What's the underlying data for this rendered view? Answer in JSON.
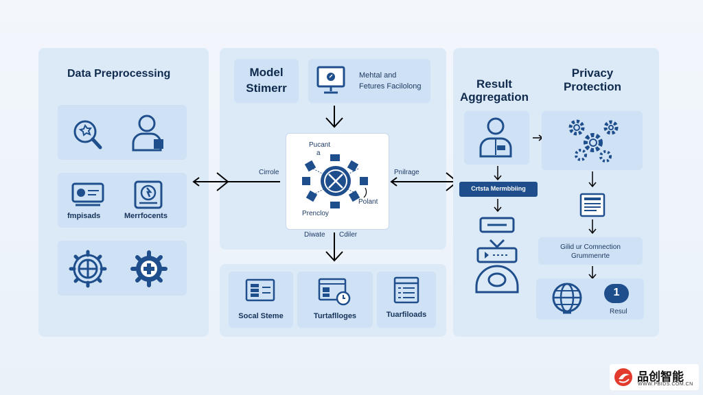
{
  "data_preprocessing": {
    "title": "Data Preprocessing",
    "label_left": "fmpisads",
    "label_right": "Merrfocents"
  },
  "model_training": {
    "title_line1": "Model",
    "title_line2": "Stimerr",
    "method_line1": "Mehtal and",
    "method_line2": "Fetures Facilolong",
    "hub_top_line1": "Pucant",
    "hub_top_line2": "a",
    "hub_right": "Polant",
    "hub_bottom": "Prencloy",
    "arrow_left_label": "Cirrole",
    "arrow_right_label": "Pnilrage",
    "below_left": "Diwate",
    "below_right": "Cdiler"
  },
  "tools": {
    "item1": "Socal Steme",
    "item2": "Turtaflloges",
    "item3": "Tuarfiloads"
  },
  "result_aggregation": {
    "title_line1": "Result",
    "title_line2": "Aggregation",
    "bar_label": "Crtsta Mermbbiing"
  },
  "privacy_protection": {
    "title_line1": "Privacy",
    "title_line2": "Protection",
    "conn_line1": "Gilid ur Comnection",
    "conn_line2": "Grummenrte",
    "badge_number": "1",
    "badge_label": "Resul"
  },
  "brand": {
    "name": "品创智能",
    "url": "WWW.PBIDS.COM.CN"
  },
  "colors": {
    "accent": "#1f4e8c",
    "panel": "#dceaf8",
    "card": "#cfe1f4",
    "logo_red": "#e23a2c"
  }
}
